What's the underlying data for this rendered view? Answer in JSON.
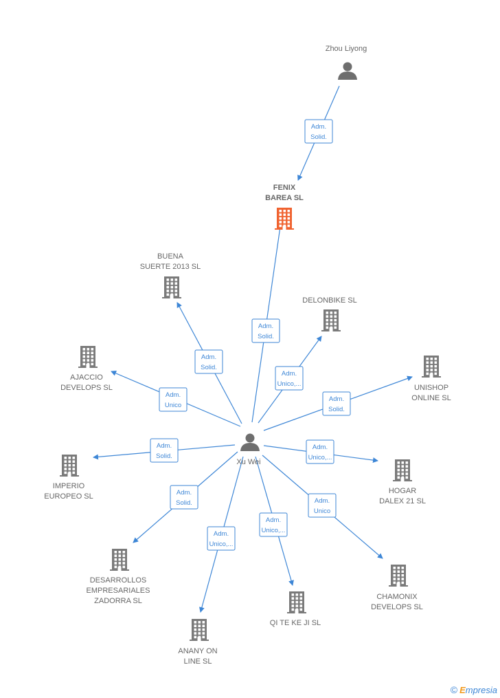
{
  "colors": {
    "edge": "#3d86d6",
    "company": "#7a7a7a",
    "company_highlight": "#f0622f",
    "person": "#6e6e6e",
    "brand_e": "#f29a1e"
  },
  "nodes": [
    {
      "id": "zhou",
      "kind": "person",
      "label_lines": [
        "Zhou Liyong"
      ]
    },
    {
      "id": "fenix",
      "kind": "company",
      "highlight": true,
      "label_lines": [
        "FENIX",
        "BAREA  SL"
      ]
    },
    {
      "id": "xuwei",
      "kind": "person",
      "label_lines": [
        "Xu Wei"
      ]
    },
    {
      "id": "buena",
      "kind": "company",
      "label_lines": [
        "BUENA",
        "SUERTE 2013 SL"
      ]
    },
    {
      "id": "delonbike",
      "kind": "company",
      "label_lines": [
        "DELONBIKE  SL"
      ]
    },
    {
      "id": "ajaccio",
      "kind": "company",
      "label_lines": [
        "AJACCIO",
        "DEVELOPS SL"
      ]
    },
    {
      "id": "unishop",
      "kind": "company",
      "label_lines": [
        "UNISHOP",
        "ONLINE  SL"
      ]
    },
    {
      "id": "imperio",
      "kind": "company",
      "label_lines": [
        "IMPERIO",
        "EUROPEO  SL"
      ]
    },
    {
      "id": "hogar",
      "kind": "company",
      "label_lines": [
        "HOGAR",
        "DALEX 21  SL"
      ]
    },
    {
      "id": "desarrollos",
      "kind": "company",
      "label_lines": [
        "DESARROLLOS",
        "EMPRESARIALES",
        "ZADORRA SL"
      ]
    },
    {
      "id": "chamonix",
      "kind": "company",
      "label_lines": [
        "CHAMONIX",
        "DEVELOPS SL"
      ]
    },
    {
      "id": "qiteke",
      "kind": "company",
      "label_lines": [
        "QI TE KE JI  SL"
      ]
    },
    {
      "id": "anany",
      "kind": "company",
      "label_lines": [
        "ANANY ON",
        "LINE  SL"
      ]
    }
  ],
  "edges": [
    {
      "from": "zhou",
      "to": "fenix",
      "label_lines": [
        "Adm.",
        "Solid."
      ]
    },
    {
      "from": "xuwei",
      "to": "fenix",
      "label_lines": [
        "Adm.",
        "Solid."
      ]
    },
    {
      "from": "xuwei",
      "to": "buena",
      "label_lines": [
        "Adm.",
        "Solid."
      ]
    },
    {
      "from": "xuwei",
      "to": "delonbike",
      "label_lines": [
        "Adm.",
        "Unico,..."
      ]
    },
    {
      "from": "xuwei",
      "to": "ajaccio",
      "label_lines": [
        "Adm.",
        "Unico"
      ]
    },
    {
      "from": "xuwei",
      "to": "unishop",
      "label_lines": [
        "Adm.",
        "Solid."
      ]
    },
    {
      "from": "xuwei",
      "to": "imperio",
      "label_lines": [
        "Adm.",
        "Solid."
      ]
    },
    {
      "from": "xuwei",
      "to": "hogar",
      "label_lines": [
        "Adm.",
        "Unico,..."
      ]
    },
    {
      "from": "xuwei",
      "to": "desarrollos",
      "label_lines": [
        "Adm.",
        "Solid."
      ]
    },
    {
      "from": "xuwei",
      "to": "chamonix",
      "label_lines": [
        "Adm.",
        "Unico"
      ]
    },
    {
      "from": "xuwei",
      "to": "qiteke",
      "label_lines": [
        "Adm.",
        "Unico,..."
      ]
    },
    {
      "from": "xuwei",
      "to": "anany",
      "label_lines": [
        "Adm.",
        "Unico,..."
      ]
    }
  ],
  "brand": {
    "copyright": "©",
    "first_letter": "E",
    "rest": "mpresia"
  }
}
